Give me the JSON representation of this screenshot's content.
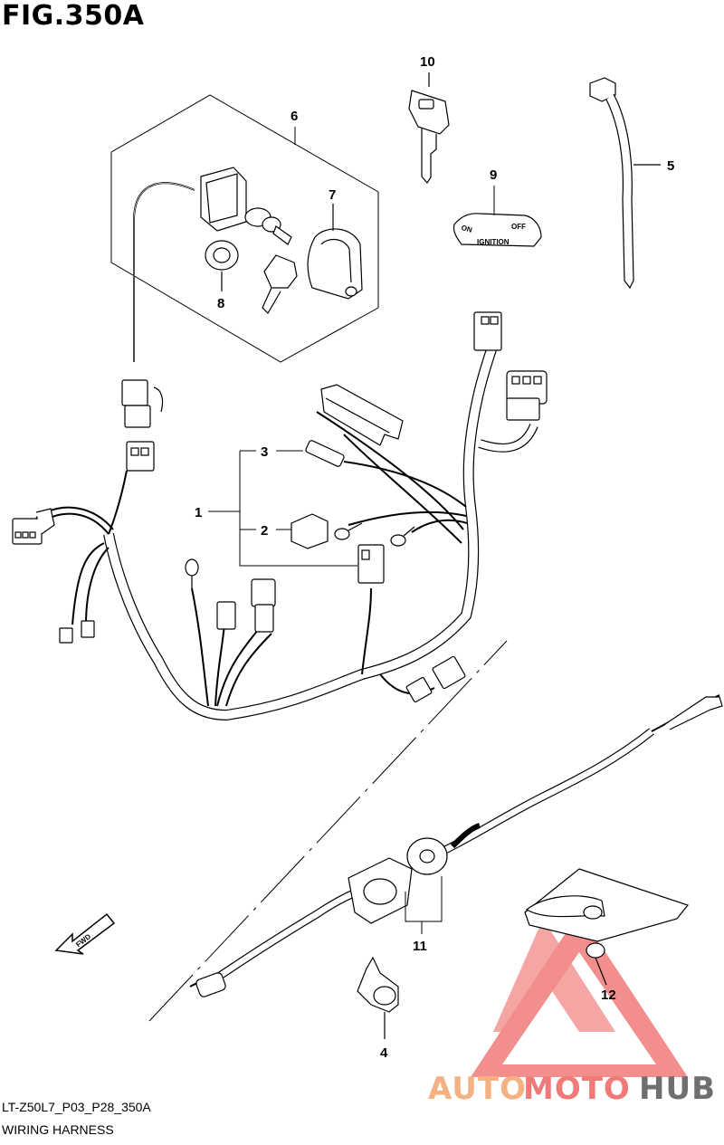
{
  "figure": {
    "title": "FIG.350A",
    "code": "LT-Z50L7_P03_P28_350A",
    "caption": "WIRING HARNESS"
  },
  "callouts": [
    "1",
    "2",
    "3",
    "4",
    "5",
    "6",
    "7",
    "8",
    "9",
    "10",
    "11",
    "12"
  ],
  "ignition_plate": {
    "on": "ON",
    "off": "OFF",
    "ignition": "IGNITION"
  },
  "fwd_arrow": "FWD",
  "watermark": {
    "part1": "AUTO",
    "part2": "MOTO",
    "part3": "HUB",
    "colors": {
      "auto": "#f5b183",
      "moto": "#ef7a78",
      "hub": "#6f6f6f",
      "triangle": "#f07b79"
    }
  },
  "colors": {
    "line": "#000000",
    "background": "#ffffff"
  }
}
